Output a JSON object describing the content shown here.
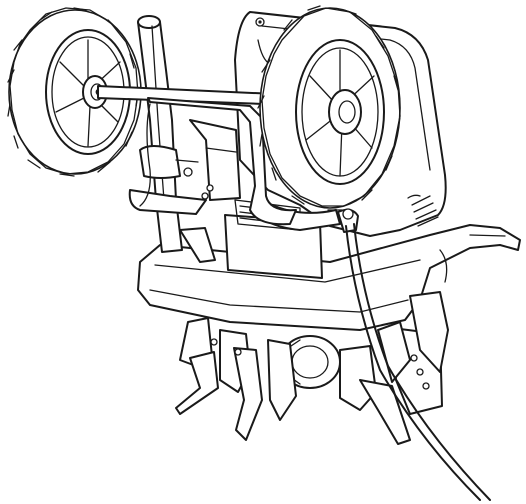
{
  "illustration": {
    "subject": "",
    "colors": {
      "line": "#1a1a1a",
      "fill": "#ffffff",
      "background": "#ffffff"
    },
    "parts": [
      "left-wheel",
      "right-wheel",
      "axle",
      "handle-tube",
      "motor-housing",
      "tine-shield",
      "tines",
      "power-cord"
    ]
  }
}
